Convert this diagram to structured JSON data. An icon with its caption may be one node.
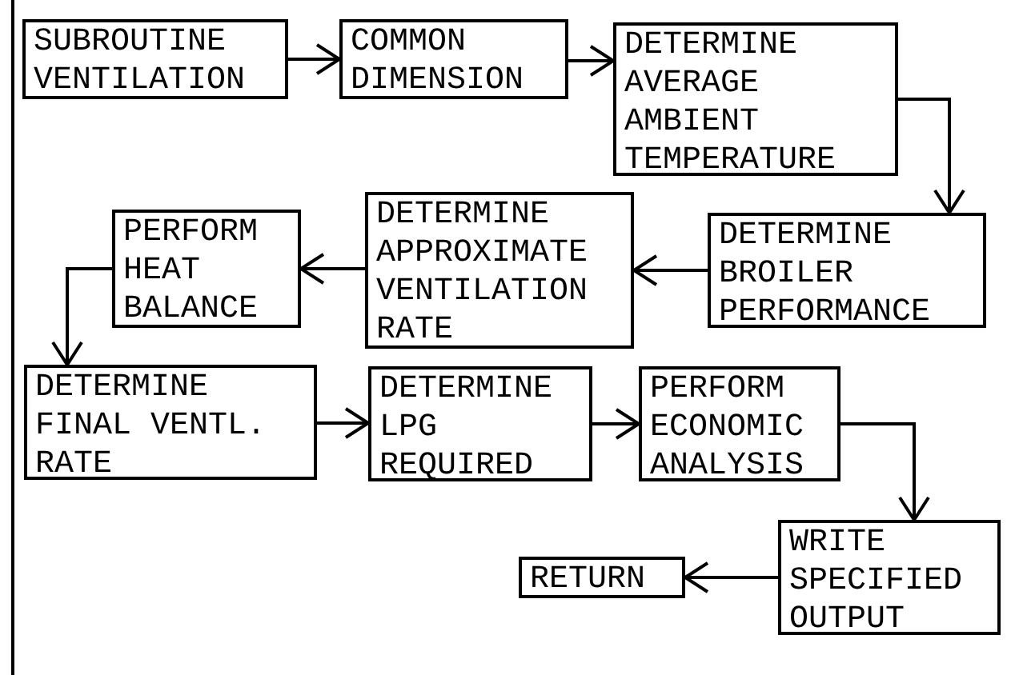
{
  "diagram": {
    "nodes": [
      {
        "text": [
          "SUBROUTINE VENTILATION"
        ]
      },
      {
        "text": [
          "COMMON DIMENSION"
        ]
      },
      {
        "text": [
          "DETERMINE AVERAGE AMBIENT TEMPERATURE"
        ]
      },
      {
        "text": [
          "DETERMINE BROILER PERFORMANCE"
        ]
      },
      {
        "text": [
          "DETERMINE APPROXIMATE VENTILATION RATE"
        ]
      },
      {
        "text": [
          "PERFORM HEAT BALANCE"
        ]
      },
      {
        "text": [
          "DETERMINE FINAL VENTL. RATE"
        ]
      },
      {
        "text": [
          "DETERMINE LPG REQUIRED"
        ]
      },
      {
        "text": [
          "PERFORM ECONOMIC ANALYSIS"
        ]
      },
      {
        "text": [
          "WRITE SPECIFIED OUTPUT"
        ]
      },
      {
        "text": [
          "RETURN"
        ]
      }
    ],
    "edges": [
      {
        "from": 0,
        "to": 1,
        "arrow": "to"
      },
      {
        "from": 1,
        "to": 2,
        "arrow": "to"
      },
      {
        "from": 2,
        "to": 3,
        "arrow": "to"
      },
      {
        "from": 3,
        "to": 4,
        "arrow": "to"
      },
      {
        "from": 4,
        "to": 5,
        "arrow": "to"
      },
      {
        "from": 5,
        "to": 6,
        "arrow": "to"
      },
      {
        "from": 6,
        "to": 7,
        "arrow": "to"
      },
      {
        "from": 7,
        "to": 8,
        "arrow": "to"
      },
      {
        "from": 8,
        "to": 9,
        "arrow": "to"
      },
      {
        "from": 9,
        "to": 10,
        "arrow": "to"
      }
    ]
  }
}
